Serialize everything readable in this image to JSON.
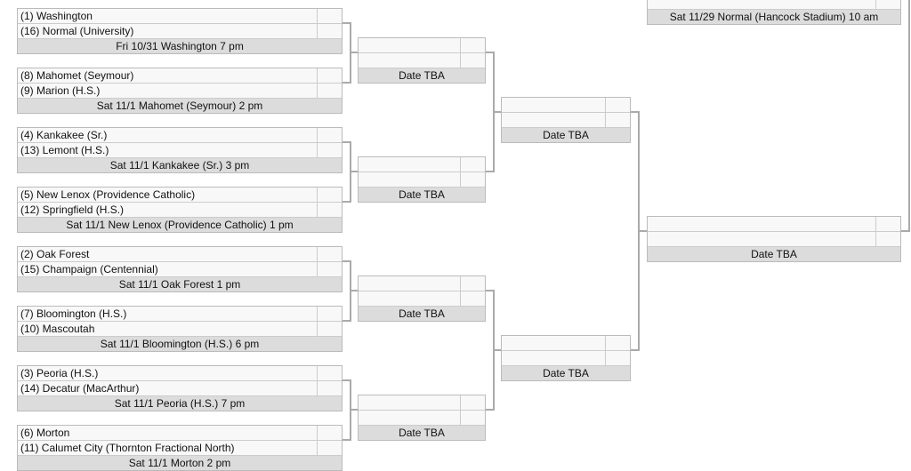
{
  "rounds": [
    {
      "games": [
        {
          "teams": [
            "(1) Washington",
            "(16) Normal (University)"
          ],
          "info": "Fri 10/31 Washington 7 pm"
        },
        {
          "teams": [
            "(8) Mahomet (Seymour)",
            "(9) Marion (H.S.)"
          ],
          "info": "Sat 11/1 Mahomet (Seymour) 2 pm"
        },
        {
          "teams": [
            "(4) Kankakee (Sr.)",
            "(13) Lemont (H.S.)"
          ],
          "info": "Sat 11/1 Kankakee (Sr.) 3 pm"
        },
        {
          "teams": [
            "(5) New Lenox (Providence Catholic)",
            "(12) Springfield (H.S.)"
          ],
          "info": "Sat 11/1 New Lenox (Providence Catholic) 1 pm"
        },
        {
          "teams": [
            "(2) Oak Forest",
            "(15) Champaign (Centennial)"
          ],
          "info": "Sat 11/1 Oak Forest 1 pm"
        },
        {
          "teams": [
            "(7) Bloomington (H.S.)",
            "(10) Mascoutah"
          ],
          "info": "Sat 11/1 Bloomington (H.S.) 6 pm"
        },
        {
          "teams": [
            "(3) Peoria (H.S.)",
            "(14) Decatur (MacArthur)"
          ],
          "info": "Sat 11/1 Peoria (H.S.) 7 pm"
        },
        {
          "teams": [
            "(6) Morton",
            "(11) Calumet City (Thornton Fractional North)"
          ],
          "info": "Sat 11/1 Morton 2 pm"
        }
      ]
    },
    {
      "games": [
        {
          "teams": [
            "",
            ""
          ],
          "info": "Date TBA"
        },
        {
          "teams": [
            "",
            ""
          ],
          "info": "Date TBA"
        },
        {
          "teams": [
            "",
            ""
          ],
          "info": "Date TBA"
        },
        {
          "teams": [
            "",
            ""
          ],
          "info": "Date TBA"
        }
      ]
    },
    {
      "games": [
        {
          "teams": [
            "",
            ""
          ],
          "info": "Date TBA"
        },
        {
          "teams": [
            "",
            ""
          ],
          "info": "Date TBA"
        }
      ]
    },
    {
      "games": [
        {
          "teams": [
            "",
            ""
          ],
          "info": "Date TBA"
        }
      ]
    },
    {
      "games": [
        {
          "teams": [
            "",
            ""
          ],
          "info": "Sat 11/29 Normal (Hancock Stadium) 10 am"
        }
      ]
    }
  ]
}
